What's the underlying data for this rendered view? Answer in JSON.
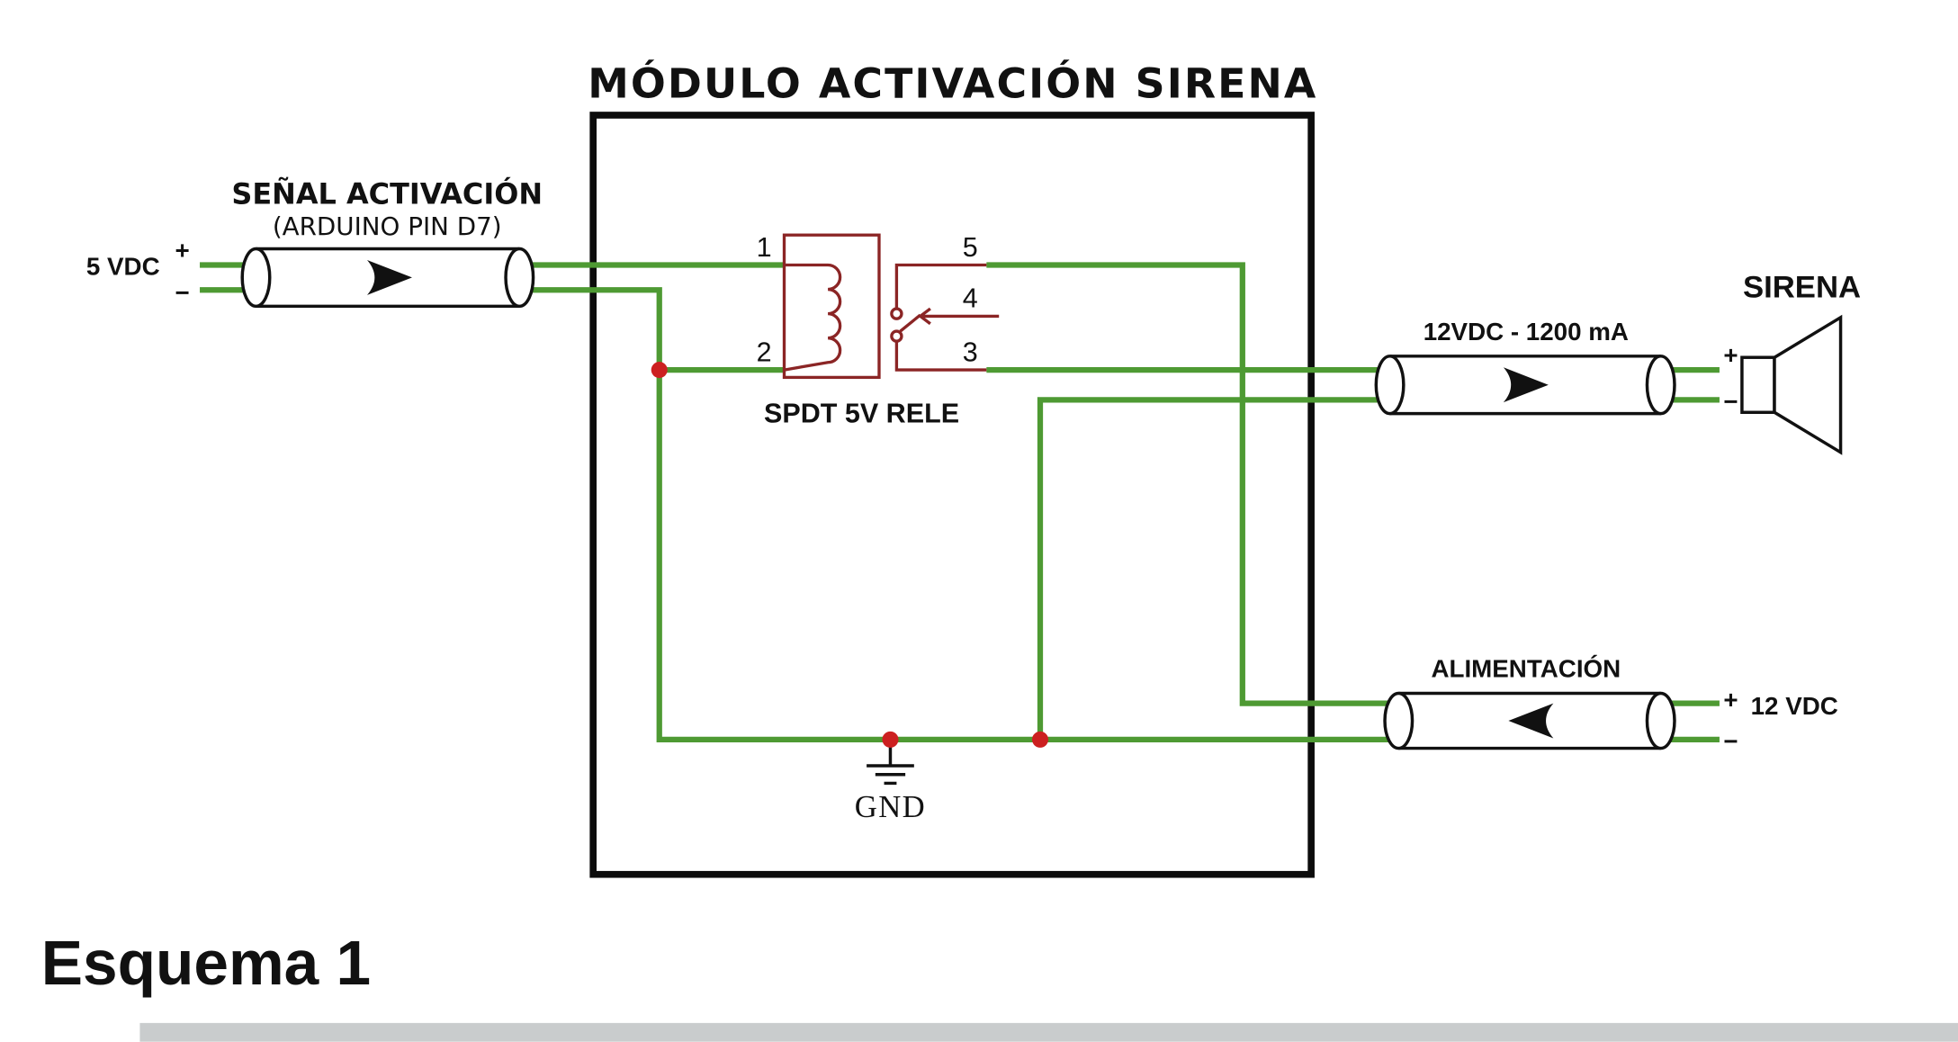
{
  "title": "MÓDULO ACTIVACIÓN SIRENA",
  "caption": "Esquema 1",
  "module": {
    "relay": {
      "label": "SPDT 5V RELE",
      "pins": {
        "p1": "1",
        "p2": "2",
        "p3": "3",
        "p4": "4",
        "p5": "5"
      }
    },
    "ground": {
      "label": "GND"
    }
  },
  "signal_input": {
    "label": "SEÑAL ACTIVACIÓN",
    "sublabel": "(ARDUINO PIN D7)",
    "voltage": "5 VDC",
    "plus": "+",
    "minus": "−"
  },
  "siren_output": {
    "cable_label": "12VDC - 1200 mA",
    "device_label": "SIRENA",
    "plus": "+",
    "minus": "−"
  },
  "power_input": {
    "label": "ALIMENTACIÓN",
    "voltage": "12 VDC",
    "plus": "+",
    "minus": "−"
  },
  "colors": {
    "title": "#3aa23a",
    "wire": "#4e9a33",
    "relay": "#8b2525",
    "pin_number": "#2a2fd4",
    "relay_label": "#1b1b99",
    "signal_label": "#5a2bd0",
    "junction": "#cc2020",
    "ink": "#111111"
  }
}
